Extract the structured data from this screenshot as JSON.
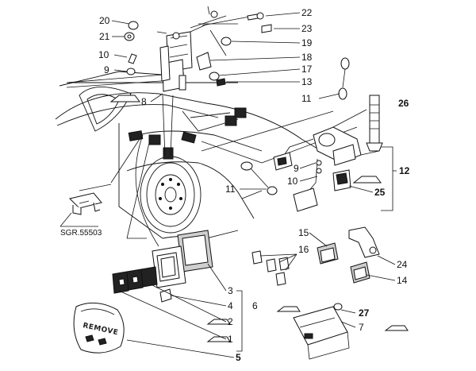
{
  "callouts": {
    "n20": "20",
    "n21": "21",
    "n10a": "10",
    "n9a": "9",
    "n8": "8",
    "n22": "22",
    "n23": "23",
    "n19": "19",
    "n18": "18",
    "n17": "17",
    "n13": "13",
    "n11a": "11",
    "n26": "26",
    "n9b": "9",
    "n10b": "10",
    "n12": "12",
    "n25": "25",
    "n11b": "11",
    "n15": "15",
    "n16": "16",
    "n24": "24",
    "n14": "14",
    "n3": "3",
    "n4": "4",
    "n6": "6",
    "n2": "2",
    "n1": "1",
    "n5": "5",
    "n27": "27",
    "n7": "7"
  },
  "reference_label": "SGR.55503",
  "remote_embossed_text": "REMOVE"
}
